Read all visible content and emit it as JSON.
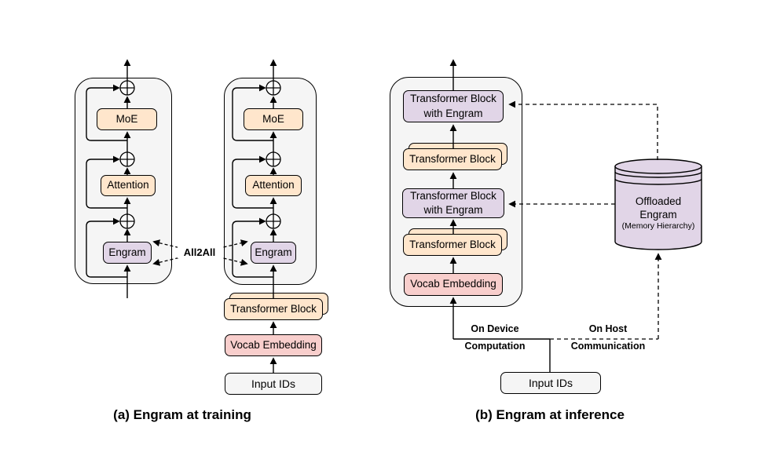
{
  "colors": {
    "peach": "#FFE6CC",
    "purple": "#E1D5E7",
    "pink": "#F8CECC",
    "plain": "#F5F5F5",
    "container_gray": "#F5F5F5"
  },
  "panel_a": {
    "caption": "(a) Engram at training",
    "all2all": "All2All",
    "left_module": {
      "moe": "MoE",
      "attention": "Attention",
      "engram": "Engram"
    },
    "right_module": {
      "moe": "MoE",
      "attention": "Attention",
      "engram": "Engram"
    },
    "transformer_block": "Transformer Block",
    "vocab_embedding": "Vocab Embedding",
    "input_ids": "Input IDs"
  },
  "panel_b": {
    "caption": "(b) Engram at inference",
    "stack": [
      {
        "line1": "Transformer Block",
        "line2": "with Engram"
      },
      {
        "line1": "Transformer Block"
      },
      {
        "line1": "Transformer Block",
        "line2": "with Engram"
      },
      {
        "line1": "Transformer Block"
      },
      {
        "line1": "Vocab Embedding"
      }
    ],
    "input_ids": "Input IDs",
    "cylinder": {
      "line1": "Offloaded",
      "line2": "Engram",
      "line3": "(Memory Hierarchy)"
    },
    "on_device_line1": "On Device",
    "on_device_line2": "Computation",
    "on_host_line1": "On Host",
    "on_host_line2": "Communication"
  }
}
